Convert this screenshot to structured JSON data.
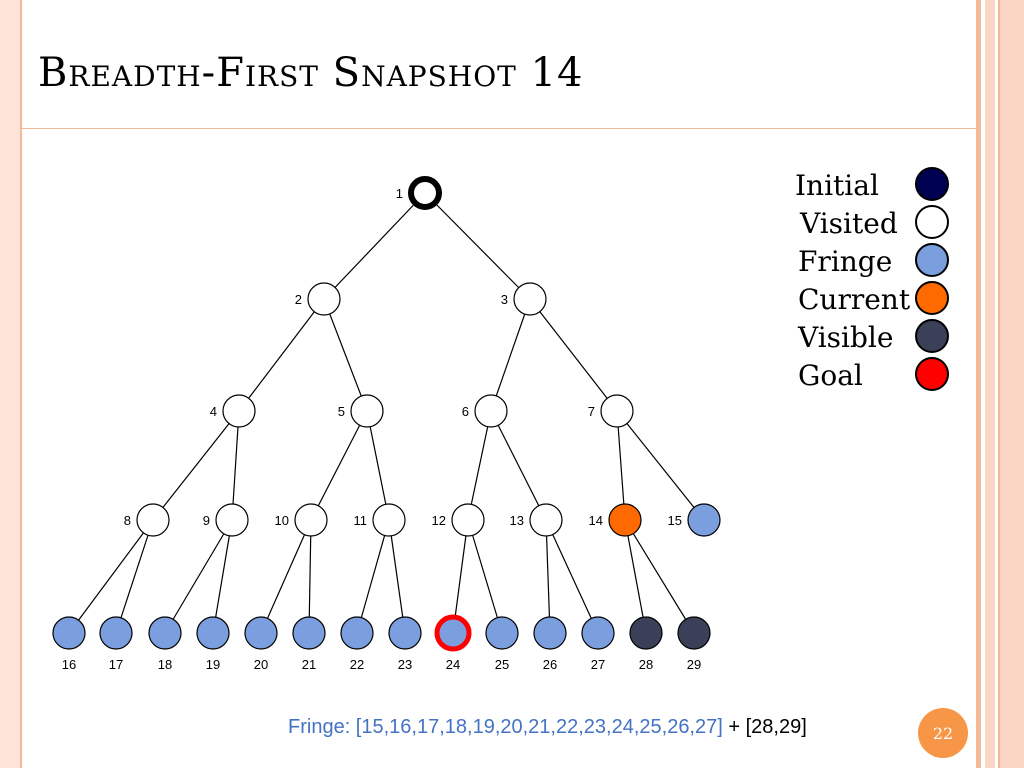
{
  "slide": {
    "title": "Breadth-First Snapshot 14",
    "page_number": "22"
  },
  "colors": {
    "initial": "#000050",
    "visited": "#ffffff",
    "fringe": "#7b9fde",
    "current": "#ff6a00",
    "visible": "#3a4058",
    "goal": "#ff0000"
  },
  "legend": [
    {
      "label": "Initial",
      "color": "#000050"
    },
    {
      "label": "Visited",
      "color": "#ffffff"
    },
    {
      "label": "Fringe",
      "color": "#7b9fde"
    },
    {
      "label": "Current",
      "color": "#ff6a00"
    },
    {
      "label": "Visible",
      "color": "#3a4058"
    },
    {
      "label": "Goal",
      "color": "#ff0000"
    }
  ],
  "tree": {
    "nodes": [
      {
        "id": 1,
        "label": "1",
        "state": "visited",
        "ring": "black"
      },
      {
        "id": 2,
        "label": "2",
        "state": "visited"
      },
      {
        "id": 3,
        "label": "3",
        "state": "visited"
      },
      {
        "id": 4,
        "label": "4",
        "state": "visited"
      },
      {
        "id": 5,
        "label": "5",
        "state": "visited"
      },
      {
        "id": 6,
        "label": "6",
        "state": "visited"
      },
      {
        "id": 7,
        "label": "7",
        "state": "visited"
      },
      {
        "id": 8,
        "label": "8",
        "state": "visited"
      },
      {
        "id": 9,
        "label": "9",
        "state": "visited"
      },
      {
        "id": 10,
        "label": "10",
        "state": "visited"
      },
      {
        "id": 11,
        "label": "11",
        "state": "visited"
      },
      {
        "id": 12,
        "label": "12",
        "state": "visited"
      },
      {
        "id": 13,
        "label": "13",
        "state": "visited"
      },
      {
        "id": 14,
        "label": "14",
        "state": "current"
      },
      {
        "id": 15,
        "label": "15",
        "state": "fringe"
      },
      {
        "id": 16,
        "label": "16",
        "state": "fringe"
      },
      {
        "id": 17,
        "label": "17",
        "state": "fringe"
      },
      {
        "id": 18,
        "label": "18",
        "state": "fringe"
      },
      {
        "id": 19,
        "label": "19",
        "state": "fringe"
      },
      {
        "id": 20,
        "label": "20",
        "state": "fringe"
      },
      {
        "id": 21,
        "label": "21",
        "state": "fringe"
      },
      {
        "id": 22,
        "label": "22",
        "state": "fringe"
      },
      {
        "id": 23,
        "label": "23",
        "state": "fringe"
      },
      {
        "id": 24,
        "label": "24",
        "state": "fringe",
        "ring": "goal"
      },
      {
        "id": 25,
        "label": "25",
        "state": "fringe"
      },
      {
        "id": 26,
        "label": "26",
        "state": "fringe"
      },
      {
        "id": 27,
        "label": "27",
        "state": "fringe"
      },
      {
        "id": 28,
        "label": "28",
        "state": "visible"
      },
      {
        "id": 29,
        "label": "29",
        "state": "visible"
      }
    ],
    "edges": [
      [
        1,
        2
      ],
      [
        1,
        3
      ],
      [
        2,
        4
      ],
      [
        2,
        5
      ],
      [
        3,
        6
      ],
      [
        3,
        7
      ],
      [
        4,
        8
      ],
      [
        4,
        9
      ],
      [
        5,
        10
      ],
      [
        5,
        11
      ],
      [
        6,
        12
      ],
      [
        6,
        13
      ],
      [
        7,
        14
      ],
      [
        7,
        15
      ],
      [
        8,
        16
      ],
      [
        8,
        17
      ],
      [
        9,
        18
      ],
      [
        9,
        19
      ],
      [
        10,
        20
      ],
      [
        10,
        21
      ],
      [
        11,
        22
      ],
      [
        11,
        23
      ],
      [
        12,
        24
      ],
      [
        12,
        25
      ],
      [
        13,
        26
      ],
      [
        13,
        27
      ],
      [
        14,
        28
      ],
      [
        14,
        29
      ]
    ]
  },
  "fringe_line": {
    "main": "Fringe: [15,16,17,18,19,20,21,22,23,24,25,26,27]",
    "extra": " + [28,29]"
  }
}
